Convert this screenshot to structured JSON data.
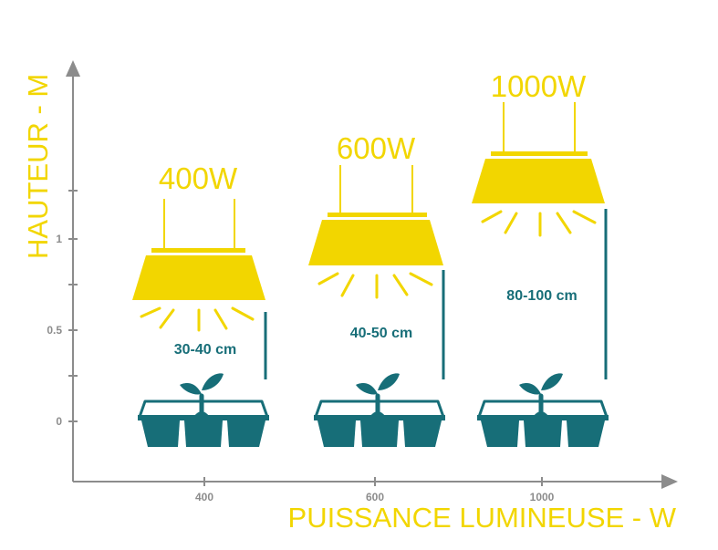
{
  "y_axis": {
    "title": "HAUTEUR - M",
    "tick_labels": [
      "1",
      "0.5",
      "0"
    ]
  },
  "x_axis": {
    "title": "PUISSANCE LUMINEUSE - W",
    "tick_labels": [
      "400",
      "600",
      "1000"
    ]
  },
  "lamps": [
    {
      "power": "400W",
      "distance": "30-40 cm"
    },
    {
      "power": "600W",
      "distance": "40-50 cm"
    },
    {
      "power": "1000W",
      "distance": "80-100 cm"
    }
  ],
  "colors": {
    "lamp": "#f2d600",
    "pot": "#176e78",
    "axis": "#8c8c8c"
  },
  "icons": {
    "lamp": "grow-lamp-icon",
    "plant": "seedling-tray-icon"
  }
}
